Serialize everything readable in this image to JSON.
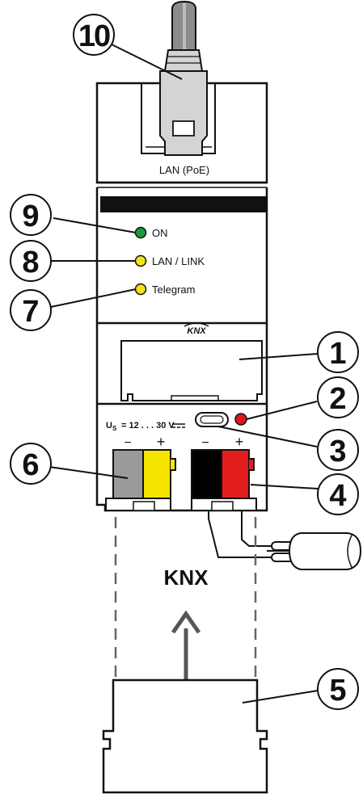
{
  "device": {
    "lan_port_label": "LAN (PoE)",
    "knx_logo": "KNX",
    "bus_label": "KNX",
    "voltage_label": "U",
    "voltage_sub": "S",
    "voltage_range": "= 12 . . . 30 V",
    "minus": "−",
    "plus": "+"
  },
  "leds": [
    {
      "label": "ON",
      "color": "#1a9a3a"
    },
    {
      "label": "LAN / LINK",
      "color": "#f2e21a"
    },
    {
      "label": "Telegram",
      "color": "#f2e21a"
    }
  ],
  "callouts": [
    "10",
    "9",
    "8",
    "7",
    "1",
    "2",
    "3",
    "4",
    "6",
    "5"
  ],
  "colors": {
    "led_on": "#1a9a3a",
    "led_yellow": "#f2e21a",
    "prog_led": "#e01818",
    "terminal_grey": "#9a9a9a",
    "terminal_yellow": "#f4e400",
    "terminal_black": "#000000",
    "terminal_red": "#e21d1d"
  }
}
